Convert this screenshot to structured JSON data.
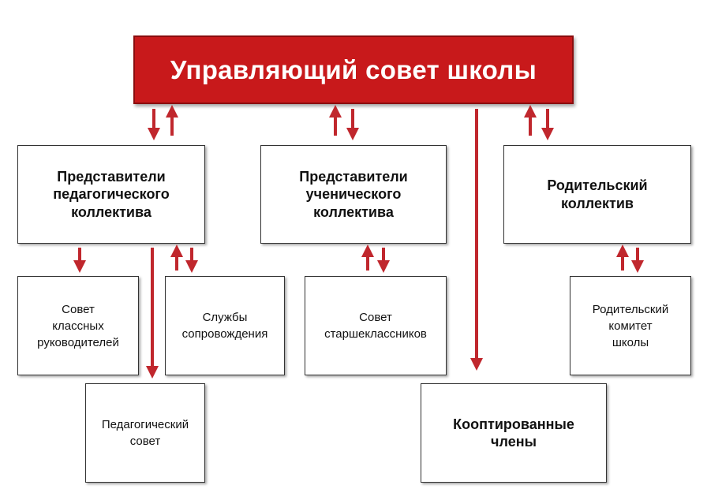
{
  "title": "Управляющий совет школы",
  "nodes": {
    "teachers_reps": "Представители\nпедагогического\nколлектива",
    "students_reps": "Представители\nученического\nколлектива",
    "parents_collective": "Родительский\nколлектив",
    "class_leaders_council": "Совет\nклассных\nруководителей",
    "support_services": "Службы\nсопровождения",
    "seniors_council": "Совет\nстаршеклассников",
    "parents_committee": "Родительский\nкомитет\nшколы",
    "pedagogical_council": "Педагогический\nсовет",
    "coopted_members": "Кооптированные\nчлены"
  },
  "colors": {
    "title_fill": "#c8191b",
    "arrow": "#c0272d",
    "box_border": "#333333"
  }
}
